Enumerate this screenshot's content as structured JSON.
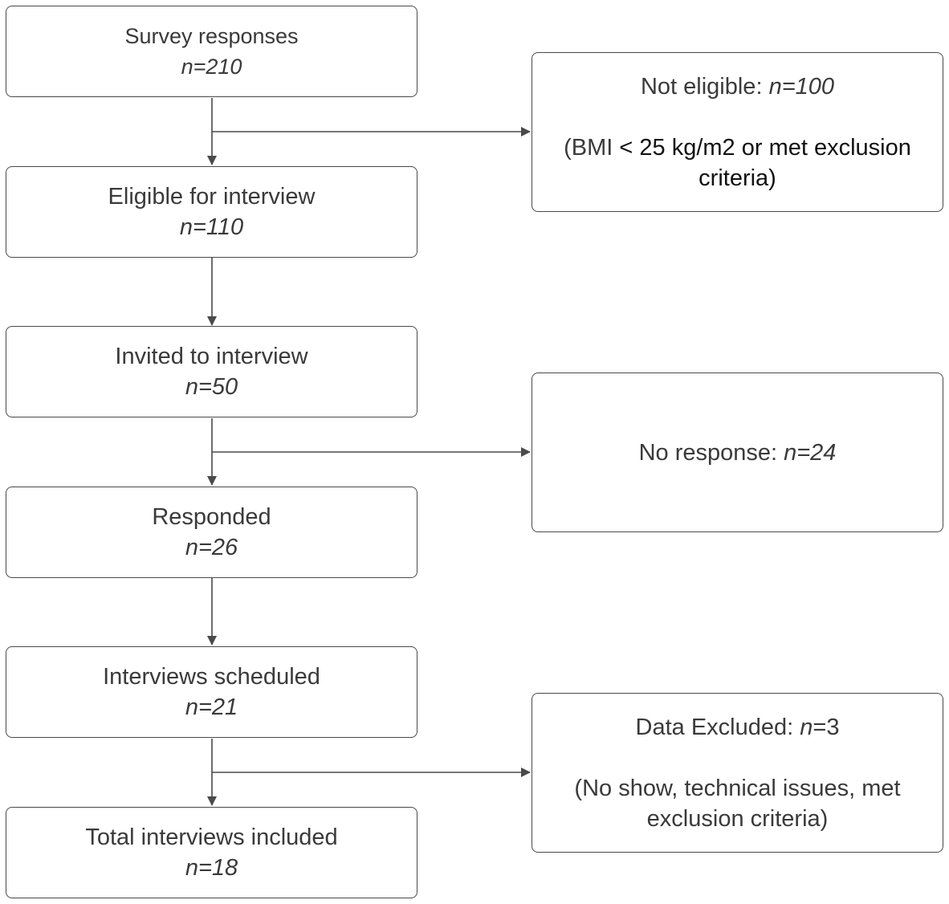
{
  "flow": {
    "survey": {
      "label": "Survey responses",
      "count": "n=210"
    },
    "eligible": {
      "label": "Eligible for interview",
      "count": "n=110"
    },
    "invited": {
      "label": "Invited to interview",
      "count": "n=50"
    },
    "responded": {
      "label": "Responded",
      "count": "n=26"
    },
    "scheduled": {
      "label": "Interviews scheduled",
      "count": "n=21"
    },
    "included": {
      "label": "Total interviews included",
      "count": "n=18"
    }
  },
  "exclusions": {
    "not_eligible": {
      "label": "Not eligible: ",
      "count": "n=100",
      "note_prefix": "(BMI",
      "note_rest": " < 25 kg/m2 or met exclusion criteria)"
    },
    "no_response": {
      "label": "No response: ",
      "count": "n=24"
    },
    "data_excluded": {
      "label": "Data Excluded: ",
      "count_italic": "n",
      "count_rest": "=3",
      "note": "(No show, technical issues, met exclusion criteria)"
    }
  },
  "colors": {
    "line": "#4a4a4a",
    "text": "#3a3a3a"
  }
}
